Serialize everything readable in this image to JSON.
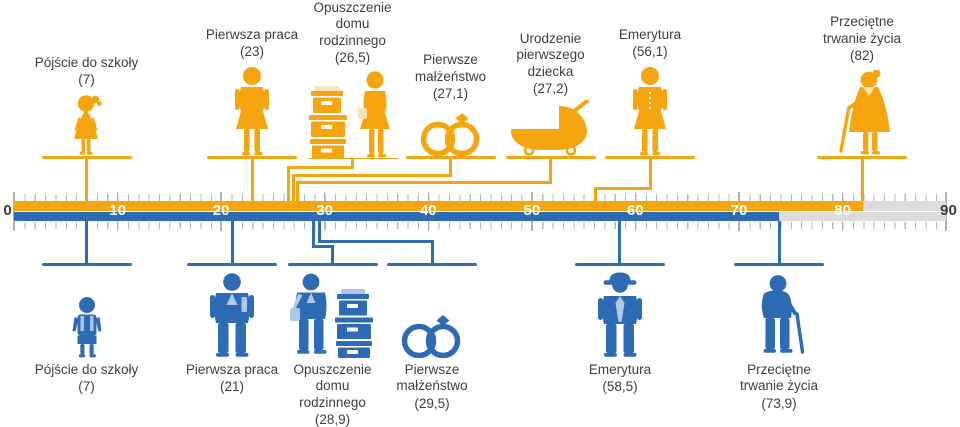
{
  "chart_data": {
    "type": "timeline",
    "description": "Average ages of life events in Poland: women (orange, above axis) vs men (blue, below axis)",
    "axis": {
      "min": 0,
      "max": 90,
      "tick_labels": [
        "0",
        "10",
        "20",
        "30",
        "40",
        "50",
        "60",
        "70",
        "80",
        "90"
      ],
      "minor_tick_step": 1
    },
    "colors": {
      "female": "#F5A50F",
      "male": "#2D6CB5",
      "bar_remainder": "#DCDCDC",
      "tick": "#B6B6B6",
      "text": "#3E3E3E"
    },
    "series": [
      {
        "name": "women",
        "side": "top",
        "color": "#F5A50F",
        "bar_end_age": 82,
        "events": [
          {
            "name": "school-start",
            "label": "Pójście do szkoły",
            "value_label": "(7)",
            "age": 7,
            "icon": "schoolgirl-icon"
          },
          {
            "name": "first-job",
            "label": "Pierwsza praca",
            "value_label": "(23)",
            "age": 23,
            "icon": "working-woman-icon"
          },
          {
            "name": "leaving-family-home",
            "label": "Opuszczenie\ndomu\nrodzinnego",
            "value_label": "(26,5)",
            "age": 26.5,
            "icon": "woman-with-moving-boxes-icon"
          },
          {
            "name": "first-marriage",
            "label": "Pierwsze\nmałżeństwo",
            "value_label": "(27,1)",
            "age": 27.1,
            "icon": "wedding-rings-icon"
          },
          {
            "name": "first-child-birth",
            "label": "Urodzenie\npierwszego\ndziecka",
            "value_label": "(27,2)",
            "age": 27.2,
            "icon": "pram-icon"
          },
          {
            "name": "retirement",
            "label": "Emerytura",
            "value_label": "(56,1)",
            "age": 56.1,
            "icon": "retired-woman-icon"
          },
          {
            "name": "life-expectancy",
            "label": "Przeciętne\ntrwanie życia",
            "value_label": "(82)",
            "age": 82,
            "icon": "elderly-woman-with-cane-icon"
          }
        ]
      },
      {
        "name": "men",
        "side": "bottom",
        "color": "#2D6CB5",
        "bar_end_age": 73.9,
        "events": [
          {
            "name": "school-start",
            "label": "Pójście do szkoły",
            "value_label": "(7)",
            "age": 7,
            "icon": "schoolboy-icon"
          },
          {
            "name": "first-job",
            "label": "Pierwsza praca",
            "value_label": "(21)",
            "age": 21,
            "icon": "businessman-icon"
          },
          {
            "name": "leaving-family-home",
            "label": "Opuszczenie\ndomu\nrodzinnego",
            "value_label": "(28,9)",
            "age": 28.9,
            "icon": "man-with-moving-boxes-icon"
          },
          {
            "name": "first-marriage",
            "label": "Pierwsze\nmałżeństwo",
            "value_label": "(29,5)",
            "age": 29.5,
            "icon": "wedding-rings-icon"
          },
          {
            "name": "retirement",
            "label": "Emerytura",
            "value_label": "(58,5)",
            "age": 58.5,
            "icon": "man-with-hat-icon"
          },
          {
            "name": "life-expectancy",
            "label": "Przeciętne\ntrwanie życia",
            "value_label": "(73,9)",
            "age": 73.9,
            "icon": "elderly-man-with-cane-icon"
          }
        ]
      }
    ]
  }
}
